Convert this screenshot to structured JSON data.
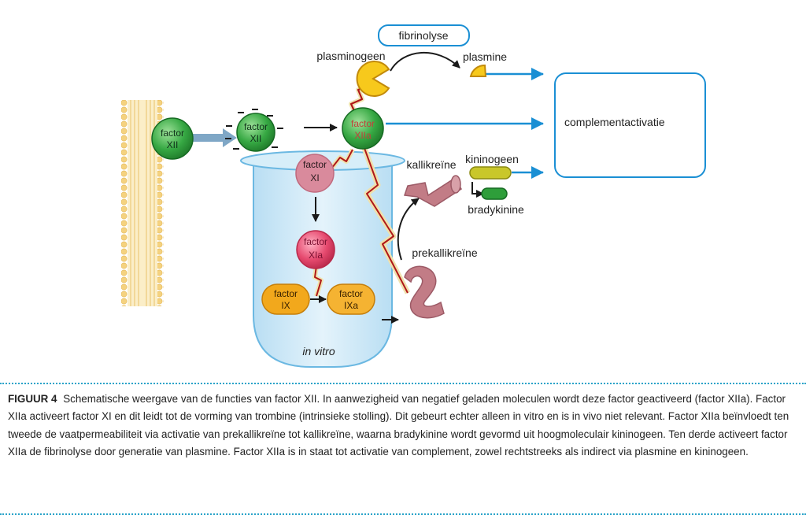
{
  "diagram": {
    "membrane_factor": {
      "line1": "factor",
      "line2": "XII"
    },
    "charged_factor": {
      "line1": "factor",
      "line2": "XII"
    },
    "factor_XIIa": {
      "line1": "factor",
      "line2": "XIIa"
    },
    "factor_XI": {
      "line1": "factor",
      "line2": "XI"
    },
    "factor_XIa": {
      "line1": "factor",
      "line2": "XIa"
    },
    "factor_IX": {
      "line1": "factor",
      "line2": "IX"
    },
    "factor_IXa": {
      "line1": "factor",
      "line2": "IXa"
    },
    "fibrinolyse": "fibrinolyse",
    "plasminogeen": "plasminogeen",
    "plasmine": "plasmine",
    "complementactivatie": "complementactivatie",
    "kallikreine": "kallikreïne",
    "kininogeen": "kininogeen",
    "bradykinine": "bradykinine",
    "prekallikreine": "prekallikreïne",
    "in_vitro": "in vitro",
    "colors": {
      "membrane": "#f3cf7c",
      "green_factor": "#2e9e3a",
      "red_factor": "#e34c6e",
      "orange_factor": "#f2a81c",
      "enzyme_pink": "#c27c86",
      "arrow_blue": "#1a8fd4",
      "tube_blue": "#cfe9f7"
    }
  },
  "caption": {
    "lead": "FIGUUR 4",
    "text": "Schematische weergave van de functies van factor XII. In aanwezigheid van negatief geladen moleculen wordt deze factor geactiveerd (factor XIIa). Factor XIIa activeert factor XI en dit leidt tot de vorming van trombine (intrinsieke stolling). Dit gebeurt echter alleen in vitro en is in vivo niet relevant. Factor XIIa beïnvloedt ten tweede de vaatpermeabiliteit via activatie van prekallikreïne tot kallikreïne, waarna bradykinine wordt gevormd uit hoogmoleculair kininogeen. Ten derde activeert factor XIIa de fibrinolyse door generatie van plasmine. Factor XIIa is in staat tot activatie van complement, zowel rechtstreeks als indirect via plasmine en kininogeen."
  }
}
